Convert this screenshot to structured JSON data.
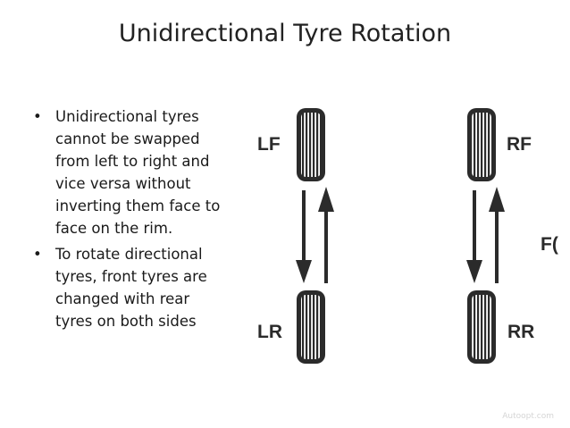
{
  "slide": {
    "title": "Unidirectional Tyre Rotation",
    "bullets": [
      {
        "symbol": "•",
        "lines": [
          "Unidirectional tyres",
          "cannot be swapped",
          "from left to right and",
          "vice versa without",
          "inverting them face to",
          "face on the rim."
        ]
      },
      {
        "symbol": "•",
        "lines": [
          "To rotate directional",
          "tyres, front tyres are",
          "changed with rear",
          "tyres on both sides"
        ]
      }
    ]
  },
  "diagram": {
    "labels": {
      "lf": "LF",
      "rf": "RF",
      "lr": "LR",
      "rr": "RR",
      "partial": "F("
    },
    "swaps": [
      "LF ↔ LR",
      "RF ↔ RR"
    ]
  },
  "watermark": "Autoopt.com",
  "colors": {
    "tyre": "#2b2b2b",
    "text": "#1a1a1a",
    "background": "#ffffff"
  }
}
